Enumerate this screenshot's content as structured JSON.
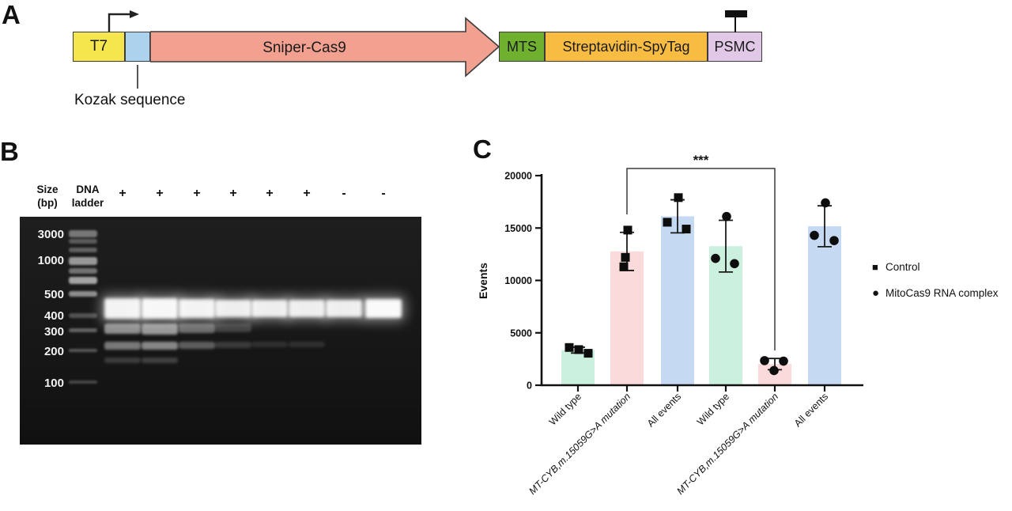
{
  "panels": {
    "a": "A",
    "b": "B",
    "c": "C"
  },
  "construct": {
    "boxes": [
      {
        "label": "T7",
        "color": "#F6E64D"
      },
      {
        "label": "",
        "color": "#ADD2EE"
      },
      {
        "label": "Sniper-Cas9",
        "color": "#F2A090"
      },
      {
        "label": "MTS",
        "color": "#70B02F"
      },
      {
        "label": "Streptavidin-SpyTag",
        "color": "#F8BC42"
      },
      {
        "label": "PSMC",
        "color": "#E0C8E6"
      }
    ],
    "kozak_callout": "Kozak sequence",
    "icons": {
      "promoter": "bent-arrow-transcription-start",
      "terminator": "t-bar-terminator"
    }
  },
  "gel": {
    "headers": {
      "size_line1": "Size",
      "size_line2": "(bp)",
      "ladder_line1": "DNA",
      "ladder_line2": "ladder"
    },
    "size_labels": [
      {
        "text": "3000",
        "y": 23
      },
      {
        "text": "1000",
        "y": 56
      },
      {
        "text": "500",
        "y": 99
      },
      {
        "text": "400",
        "y": 126
      },
      {
        "text": "300",
        "y": 146
      },
      {
        "text": "200",
        "y": 171
      },
      {
        "text": "100",
        "y": 211
      }
    ],
    "ladder_x": 62,
    "ladder_bands": [
      {
        "y": 17,
        "h": 9,
        "o": 0.4
      },
      {
        "y": 28,
        "h": 6,
        "o": 0.28
      },
      {
        "y": 39,
        "h": 6,
        "o": 0.3
      },
      {
        "y": 51,
        "h": 10,
        "o": 0.55
      },
      {
        "y": 65,
        "h": 7,
        "o": 0.38
      },
      {
        "y": 76,
        "h": 9,
        "o": 0.6
      },
      {
        "y": 94,
        "h": 7,
        "o": 0.5
      },
      {
        "y": 122,
        "h": 6,
        "o": 0.25
      },
      {
        "y": 141,
        "h": 5,
        "o": 0.32
      },
      {
        "y": 167,
        "h": 4,
        "o": 0.28
      },
      {
        "y": 207,
        "h": 4,
        "o": 0.22
      }
    ],
    "lanes": [
      {
        "sign": "+",
        "x": 130,
        "bands": [
          {
            "y": 103,
            "h": 26,
            "o": 0.95,
            "g": 1
          },
          {
            "y": 135,
            "h": 13,
            "o": 0.5
          },
          {
            "y": 158,
            "h": 10,
            "o": 0.42
          },
          {
            "y": 178,
            "h": 7,
            "o": 0.16
          }
        ]
      },
      {
        "sign": "+",
        "x": 177,
        "bands": [
          {
            "y": 103,
            "h": 26,
            "o": 0.97,
            "g": 1
          },
          {
            "y": 135,
            "h": 14,
            "o": 0.55
          },
          {
            "y": 158,
            "h": 10,
            "o": 0.48
          },
          {
            "y": 178,
            "h": 7,
            "o": 0.18
          }
        ]
      },
      {
        "sign": "+",
        "x": 224,
        "bands": [
          {
            "y": 104,
            "h": 24,
            "o": 0.95,
            "g": 1
          },
          {
            "y": 135,
            "h": 12,
            "o": 0.36
          },
          {
            "y": 158,
            "h": 9,
            "o": 0.3
          }
        ]
      },
      {
        "sign": "+",
        "x": 270,
        "bands": [
          {
            "y": 105,
            "h": 22,
            "o": 0.93,
            "g": 1
          },
          {
            "y": 135,
            "h": 11,
            "o": 0.17
          },
          {
            "y": 158,
            "h": 8,
            "o": 0.15
          }
        ]
      },
      {
        "sign": "+",
        "x": 316,
        "bands": [
          {
            "y": 105,
            "h": 22,
            "o": 0.93,
            "g": 1
          },
          {
            "y": 158,
            "h": 7,
            "o": 0.1
          }
        ]
      },
      {
        "sign": "+",
        "x": 363,
        "bands": [
          {
            "y": 105,
            "h": 22,
            "o": 0.93,
            "g": 1
          },
          {
            "y": 158,
            "h": 7,
            "o": 0.1
          }
        ]
      },
      {
        "sign": "-",
        "x": 410,
        "bands": [
          {
            "y": 105,
            "h": 22,
            "o": 0.93,
            "g": 1
          }
        ]
      },
      {
        "sign": "-",
        "x": 460,
        "bands": [
          {
            "y": 104,
            "h": 24,
            "o": 0.98,
            "g": 1
          }
        ]
      }
    ]
  },
  "chart_data": {
    "type": "bar",
    "title": "",
    "xlabel": "",
    "ylabel": "Events",
    "ylim": [
      0,
      20000
    ],
    "yticks": [
      0,
      5000,
      10000,
      15000,
      20000
    ],
    "grid": false,
    "legend_position": "right",
    "categories": [
      "Wild type",
      "MT-CYB,m.15059G>A mutation",
      "All events",
      "Wild type",
      "MT-CYB,m.15059G>A mutation",
      "All events"
    ],
    "bars": [
      {
        "category": "Wild type",
        "group": "Control",
        "marker": "square",
        "color": "#CBF0DD",
        "points": [
          3600,
          3400,
          3050
        ],
        "jitter": [
          -11,
          1,
          13
        ],
        "italic": false
      },
      {
        "category": "MT-CYB,m.15059G>A mutation",
        "group": "Control",
        "marker": "square",
        "color": "#FADADA",
        "points": [
          14800,
          12200,
          11300
        ],
        "jitter": [
          1,
          -2,
          -4
        ],
        "italic": true
      },
      {
        "category": "All events",
        "group": "Control",
        "marker": "square",
        "color": "#C5D9F2",
        "points": [
          17900,
          15550,
          14900
        ],
        "jitter": [
          1,
          -13,
          11
        ],
        "italic": false
      },
      {
        "category": "Wild type",
        "group": "MitoCas9 RNA complex",
        "marker": "circle",
        "color": "#CBF0DD",
        "points": [
          16100,
          12100,
          11600
        ],
        "jitter": [
          1,
          -13,
          11
        ],
        "italic": false
      },
      {
        "category": "MT-CYB,m.15059G>A mutation",
        "group": "MitoCas9 RNA complex",
        "marker": "circle",
        "color": "#FADADA",
        "points": [
          2350,
          2300,
          1400
        ],
        "jitter": [
          -13,
          11,
          -1
        ],
        "italic": true
      },
      {
        "category": "All events",
        "group": "MitoCas9 RNA complex",
        "marker": "circle",
        "color": "#C5D9F2",
        "points": [
          17400,
          14300,
          13800
        ],
        "jitter": [
          1,
          -13,
          12
        ],
        "italic": false
      }
    ],
    "error_bar_style": "mean_with_sd",
    "significance": {
      "label": "***",
      "between": [
        2,
        5
      ]
    },
    "legend": [
      {
        "marker": "square",
        "label": "Control"
      },
      {
        "marker": "circle",
        "label": "MitoCas9 RNA complex"
      }
    ]
  }
}
